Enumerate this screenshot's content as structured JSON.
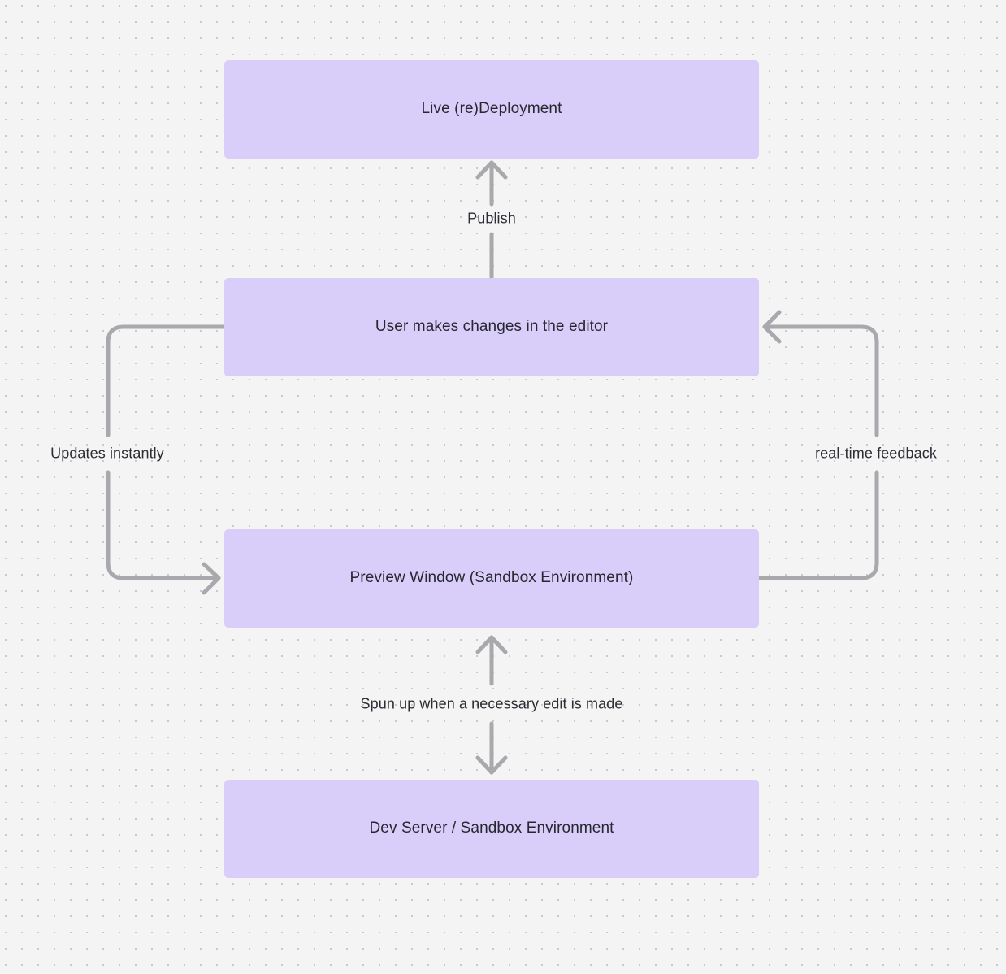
{
  "diagram": {
    "type": "flowchart",
    "background_color": "#f4f4f5",
    "node_fill_color": "#d9cefa",
    "edge_color": "#a9a9ad",
    "text_color": "#27272f",
    "nodes": [
      {
        "id": "live",
        "label": "Live (re)Deployment"
      },
      {
        "id": "user",
        "label": "User makes changes in the editor"
      },
      {
        "id": "preview",
        "label": "Preview Window (Sandbox Environment)"
      },
      {
        "id": "devserver",
        "label": "Dev Server / Sandbox Environment"
      }
    ],
    "edges": [
      {
        "id": "publish",
        "label": "Publish",
        "from": "user",
        "to": "live",
        "direction": "up"
      },
      {
        "id": "updates",
        "label": "Updates instantly",
        "from": "user",
        "to": "preview",
        "direction": "left-loop"
      },
      {
        "id": "realtime",
        "label": "real-time feedback",
        "from": "preview",
        "to": "user",
        "direction": "right-loop"
      },
      {
        "id": "spun",
        "label": "Spun up when a necessary edit is made",
        "from": "preview",
        "to": "devserver",
        "direction": "bidirectional"
      }
    ]
  }
}
